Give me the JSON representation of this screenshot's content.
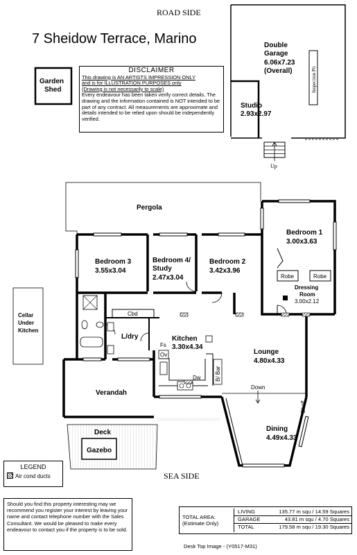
{
  "address": "7 Sheidow Terrace, Marino",
  "road_side": "ROAD SIDE",
  "sea_side": "SEA SIDE",
  "up_label": "Up",
  "down_label": "Down",
  "rooms": {
    "garage_name": "Double",
    "garage_name2": "Garage",
    "garage_dim": "6.06x7.23",
    "garage_note": "(Overall)",
    "inspection_pit": "Inspection Pit",
    "studio_name": "Studio",
    "studio_dim": "2.93x2.97",
    "garden_shed_1": "Garden",
    "garden_shed_2": "Shed",
    "cellar_1": "Cellar",
    "cellar_2": "Under",
    "cellar_3": "Kitchen",
    "pergola": "Pergola",
    "bed1_name": "Bedroom 1",
    "bed1_dim": "3.00x3.63",
    "robe": "Robe",
    "dressing_name": "Dressing",
    "dressing_name2": "Room",
    "dressing_dim": "3.00x2.12",
    "bed3_name": "Bedroom 3",
    "bed3_dim": "3.55x3.04",
    "bed4_name": "Bedroom 4/",
    "bed4_name2": "Study",
    "bed4_dim": "2.47x3.04",
    "bed2_name": "Bedroom 2",
    "bed2_dim": "3.42x3.96",
    "cbd": "Cbd",
    "ldry": "L/dry",
    "kitchen_name": "Kitchen",
    "kitchen_dim": "3.30x4.34",
    "fs": "Fs",
    "ov": "Ov",
    "dw": "Dw",
    "bbar": "B/ Bar",
    "lounge_name": "Lounge",
    "lounge_dim": "4.80x4.33",
    "shelf": "Shelf",
    "verandah": "Verandah",
    "deck": "Deck",
    "gazebo": "Gazebo",
    "dining_name": "Dining",
    "dining_dim": "4.49x4.33"
  },
  "disclaimer": {
    "heading": "DISCLAIMER",
    "line1": "This drawing is AN ARTISTS IMPRESSION ONLY",
    "line2": "and is for ILLUSTRATION PURPOSES only",
    "line3": "(Drawing is not necessarily to scale)",
    "body": "Every endeavour has been taken verify correct details. The drawing and the information contained is NOT intended to be part of any contract. All measurements are approximate and details intended to be relied upon should be independently verified."
  },
  "legend": {
    "heading": "LEGEND",
    "item": "Air cond ducts"
  },
  "contact_text": "Should you find this property interesting may we recommend you register your interest by leaving your name and contact telephone number with the Sales Consultant. We would be pleased to make every endeavour to contact you if the property is to be sold.",
  "total_area": {
    "caption_1": "TOTAL AREA:",
    "caption_2": "(Estimate Only)",
    "rows": [
      {
        "label": "LIVING",
        "value": "135.77 m squ /  14.59 Squares"
      },
      {
        "label": "GARAGE",
        "value": "43.81 m squ / 4.70 Squares"
      },
      {
        "label": "TOTAL",
        "value": "179.58 m squ / 19.30 Squares"
      }
    ]
  },
  "footer": "Desk Top Image - (Y0517-M31)"
}
